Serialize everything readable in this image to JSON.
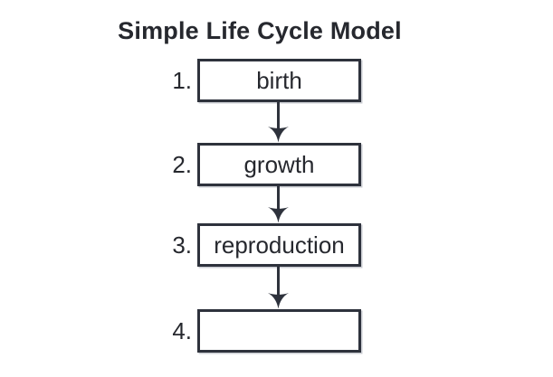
{
  "title": "Simple Life Cycle Model",
  "steps": [
    {
      "number": "1.",
      "label": "birth"
    },
    {
      "number": "2.",
      "label": "growth"
    },
    {
      "number": "3.",
      "label": "reproduction"
    },
    {
      "number": "4.",
      "label": ""
    }
  ],
  "colors": {
    "ink": "#26282e",
    "line": "#2e323c",
    "background": "#ffffff"
  }
}
